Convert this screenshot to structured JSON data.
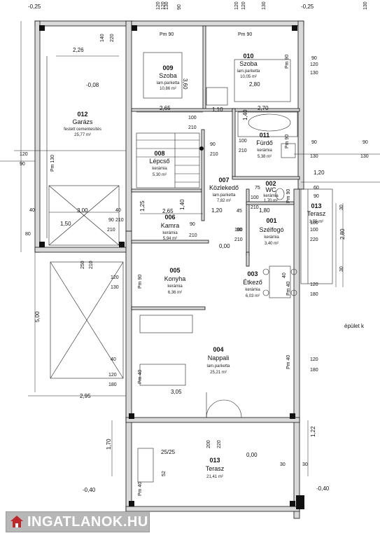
{
  "rooms": [
    {
      "num": "012",
      "name": "Garázs",
      "finish": "festett cementesítés",
      "area": "25,77 m²"
    },
    {
      "num": "009",
      "name": "Szoba",
      "finish": "lam.parketta",
      "area": "10,86 m²"
    },
    {
      "num": "010",
      "name": "Szoba",
      "finish": "lam.parketta",
      "area": "10,05 m²"
    },
    {
      "num": "011",
      "name": "Fürdő",
      "finish": "kerámia",
      "area": "5,38 m²"
    },
    {
      "num": "008",
      "name": "Lépcső",
      "finish": "kerámia",
      "area": "5,30 m²"
    },
    {
      "num": "007",
      "name": "Közlekedő",
      "finish": "lam.parketta",
      "area": "7,82 m²"
    },
    {
      "num": "002",
      "name": "WC",
      "finish": "kerámia",
      "area": "1,70 m²"
    },
    {
      "num": "013",
      "name": "Terasz",
      "finish": "",
      "area": "3,55 m²"
    },
    {
      "num": "006",
      "name": "Kamra",
      "finish": "kerámia",
      "area": "5,94 m²"
    },
    {
      "num": "001",
      "name": "Szélfogó",
      "finish": "kerámia",
      "area": "3,40 m²"
    },
    {
      "num": "005",
      "name": "Konyha",
      "finish": "kerámia",
      "area": "6,36 m²"
    },
    {
      "num": "003",
      "name": "Étkező",
      "finish": "kerámia",
      "area": "6,03 m²"
    },
    {
      "num": "004",
      "name": "Nappali",
      "finish": "lam.parketta",
      "area": "25,21 m²"
    },
    {
      "num": "013",
      "name": "Terasz",
      "finish": "",
      "area": "21,41 m²"
    }
  ],
  "levels": {
    "top_left": "-0,25",
    "top_right": "-0,25",
    "garage_floor": "-0,08",
    "hall_floor": "0,00",
    "terrace_floor": "0,00",
    "bottom_left": "-0,40",
    "bottom_right": "-0,40"
  },
  "dims": {
    "d2_26": "2,26",
    "d3_60": "3,60",
    "d2_65a": "2,65",
    "d1_10": "1,10",
    "d2_80": "2,80",
    "d2_70": "2,70",
    "d1_40a": "1,40",
    "d1_20a": "1,20",
    "d3_00": "3,00",
    "d1_50": "1,50",
    "d1_25": "1,25",
    "d2_65b": "2,65",
    "d1_40b": "1,40",
    "d1_20b": "1,20",
    "d1_80": "1,80",
    "d5_00": "5,00",
    "d3_05": "3,05",
    "d2_95": "2,95",
    "d1_70": "1,70",
    "d1_22": "1,22",
    "d2_80b": "2,80",
    "d25_25": "25/25",
    "n120a": "120",
    "n90a": "90",
    "n120b": "120",
    "n130a": "130",
    "n90b": "90",
    "n130b": "130",
    "n90c": "90",
    "n130c": "130",
    "n60": "60",
    "n90d": "90",
    "n100a": "100",
    "n220a": "220",
    "n120c": "120",
    "n130d": "130",
    "n120d": "120",
    "n180a": "180",
    "n120e": "120",
    "n180b": "180",
    "n120f": "120",
    "n180c": "180",
    "n40a": "40",
    "n80": "80",
    "n40b": "40",
    "n90e": "90",
    "n210a": "210",
    "n90f": "90",
    "n210b": "210",
    "n100b": "100",
    "n210c": "210",
    "n100c": "100",
    "n210d": "210",
    "n100d": "100",
    "n210e": "210",
    "n100e": "100",
    "n210f": "210",
    "n90g": "90",
    "n210g": "210",
    "n75": "75",
    "n45": "45",
    "n40c": "40",
    "n30a": "30",
    "n30b": "30",
    "n30c": "30",
    "n30d": "30",
    "n200": "200",
    "n220b": "220",
    "n250": "250",
    "n210h": "210",
    "n140": "140",
    "n220c": "220",
    "n52": "52",
    "n120g": "120",
    "n130e": "130",
    "n90h": "90",
    "n210i": "210",
    "n40d": "40",
    "n120h": "120",
    "n90i": "90",
    "n130f": "130",
    "n120i": "120",
    "n130g": "130",
    "n100f": "100",
    "n90j": "90",
    "n120j": "120"
  },
  "labels": {
    "pm90_a": "Pm 90",
    "pm90_b": "Pm 90",
    "pm130": "Pm 130",
    "pm90_c": "Pm 90",
    "pm90_d": "Pm 90",
    "pm90_e": "Pm 90",
    "pm90_f": "Pm 90",
    "pm40_a": "Pm 40",
    "pm40_b": "Pm 40",
    "pm40_c": "Pm 40",
    "pm40_d": "Pm 40",
    "epulet": "épület k"
  },
  "brand": {
    "text": "INGATLANOK.HU"
  }
}
